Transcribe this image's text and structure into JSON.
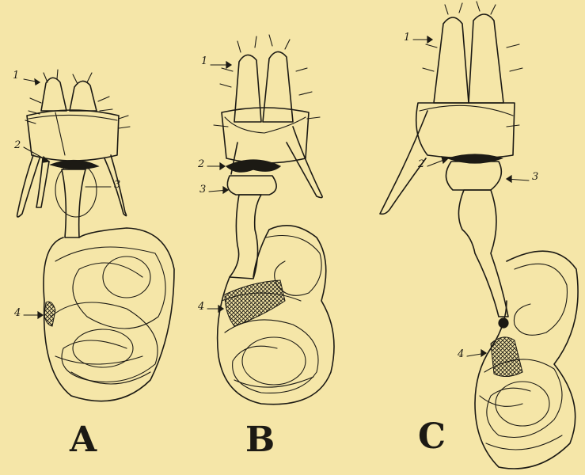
{
  "figures": [
    {
      "letter": "A",
      "callouts": [
        "1",
        "2",
        "3",
        "4"
      ]
    },
    {
      "letter": "B",
      "callouts": [
        "1",
        "2",
        "3",
        "4"
      ]
    },
    {
      "letter": "C",
      "callouts": [
        "1",
        "2",
        "3",
        "4"
      ]
    }
  ],
  "colors": {
    "paper": "#f5e6a8",
    "ink": "#1c1a14"
  }
}
